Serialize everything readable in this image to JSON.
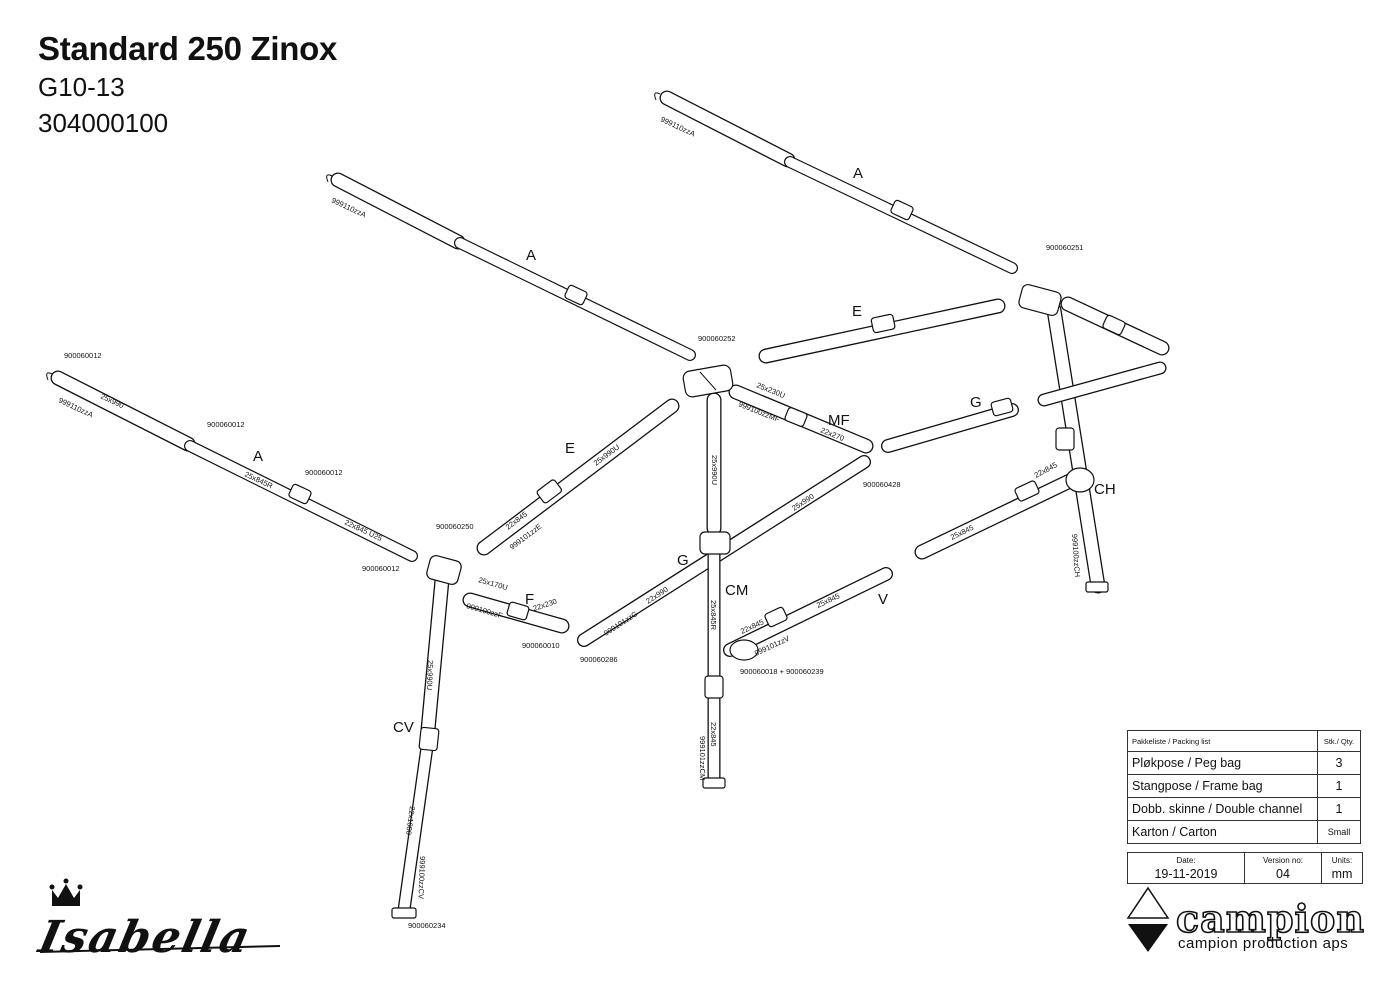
{
  "header": {
    "title": "Standard 250 Zinox",
    "model": "G10-13",
    "number": "304000100"
  },
  "diagram": {
    "section_labels": [
      "A",
      "A",
      "A",
      "E",
      "E",
      "MF",
      "G",
      "G",
      "CH",
      "F",
      "CM",
      "V",
      "CV"
    ],
    "part_codes": {
      "a_top_right": "999110zzA",
      "a_top_left": "999110zzA",
      "a_left": "999110zzA",
      "n_900060251": "900060251",
      "n_900060252": "900060252",
      "n_900060012_a": "900060012",
      "n_900060012_b": "900060012",
      "n_900060012_c": "900060012",
      "n_900060012_d": "900060012",
      "n_900060250": "900060250",
      "n_900060428": "900060428",
      "n_900060010": "900060010",
      "n_900060286": "900060286",
      "n_900060018_239": "900060018 + 900060239",
      "n_900060234": "900060234",
      "z_999100zzMF": "999100zzMF",
      "z_999101zzE": "999101zzE",
      "z_999100zzF": "999100zzF",
      "z_999101zzG": "999101zzG",
      "z_999101zzV": "999101zzV",
      "z_999101zzCM": "999101zzCM",
      "z_999100zzCH": "999100zzCH",
      "z_999100zzCV": "999100zzCV"
    },
    "dimensions": {
      "d_25x990_a": "25x990",
      "d_25x845R": "25x845R",
      "d_22x845U25": "22x845 U25",
      "d_25x990U_e": "25x990U",
      "d_22x845_e": "22x845",
      "d_25x230U": "25x230U",
      "d_22x270": "22x270",
      "d_25x990U_cm": "25x990U",
      "d_25x990_g": "25x990",
      "d_22x990_g": "22x990",
      "d_25x170U": "25x170U",
      "d_22x230": "22x230",
      "d_25x845R_cm": "25x845R",
      "d_22x845_v": "22x845",
      "d_25x845_v": "25x845",
      "d_22x845_cm": "22x845",
      "d_25x990U_cv": "25x990U",
      "d_22x1080": "22x1080",
      "d_22x845_ch": "22x845",
      "d_25x845_ch": "25x845"
    }
  },
  "packing_list": {
    "header_left": "Pakkeliste / Packing list",
    "header_right": "Stk./ Qty.",
    "items": [
      {
        "name": "Pløkpose / Peg bag",
        "qty": "3"
      },
      {
        "name": "Stangpose / Frame bag",
        "qty": "1"
      },
      {
        "name": "Dobb. skinne / Double channel",
        "qty": "1"
      },
      {
        "name": "Karton / Carton",
        "qty": "Small"
      }
    ],
    "date_label": "Date:",
    "date": "19-11-2019",
    "version_label": "Version no:",
    "version": "04",
    "units_label": "Units:",
    "units": "mm"
  },
  "brand": {
    "campion_word": "campion",
    "campion_tagline": "campion production aps",
    "isabella_logo": "Isabella"
  }
}
